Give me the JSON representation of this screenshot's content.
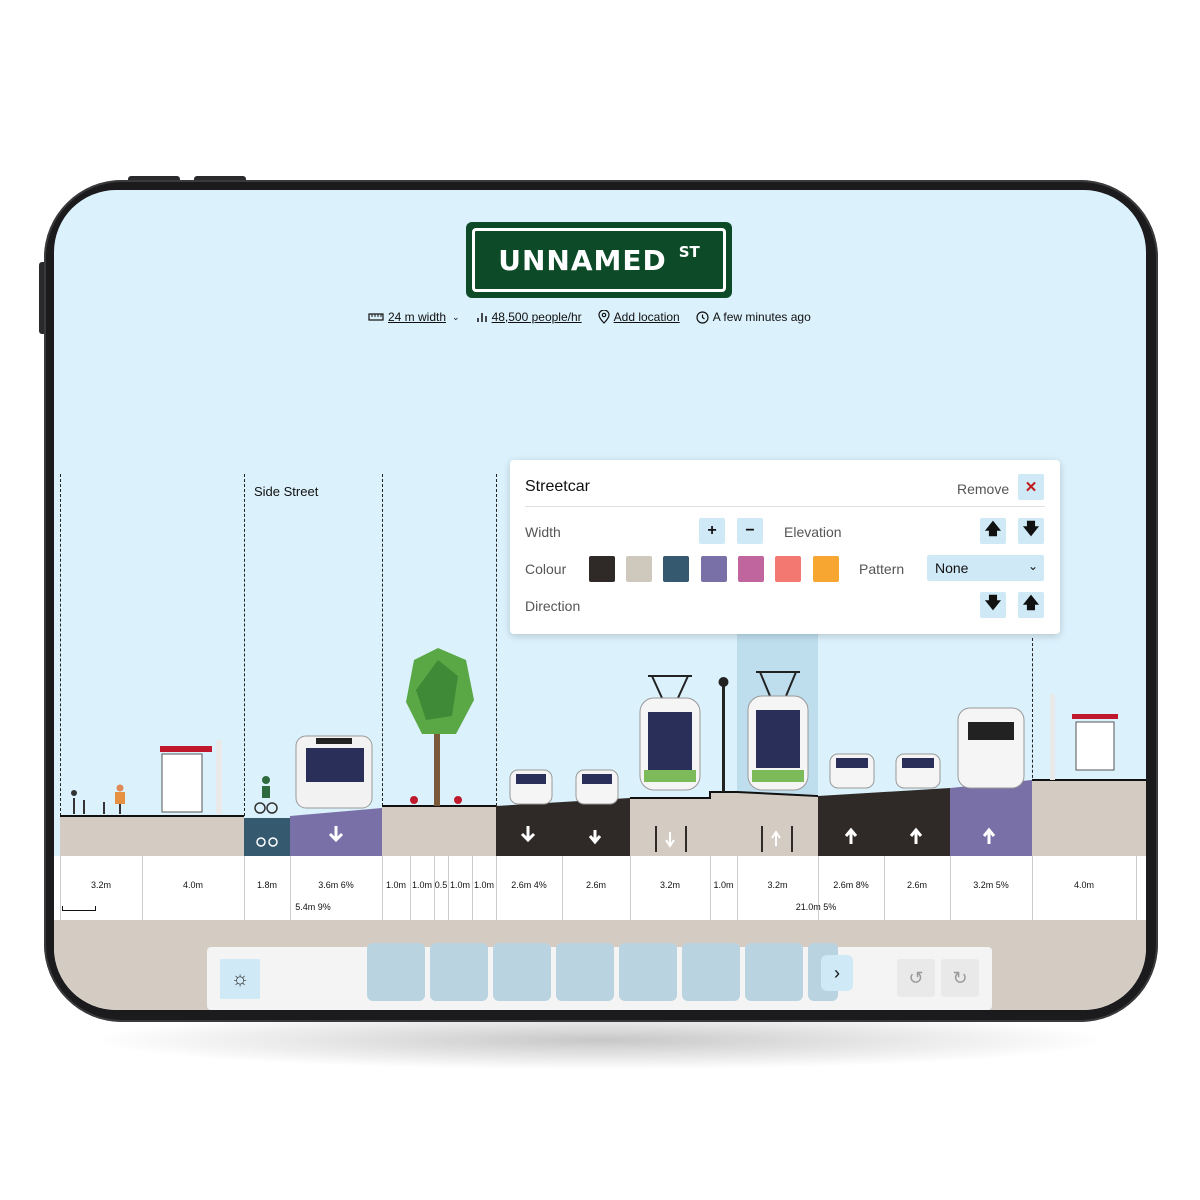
{
  "street": {
    "name": "UNNAMED",
    "suffix": "ST"
  },
  "meta": {
    "width": "24 m width",
    "capacity": "48,500 people/hr",
    "location": "Add location",
    "updated": "A few minutes ago"
  },
  "labels": {
    "side_street": "Side Street"
  },
  "popup": {
    "title": "Streetcar",
    "remove": "Remove",
    "width_label": "Width",
    "elevation_label": "Elevation",
    "colour_label": "Colour",
    "pattern_label": "Pattern",
    "pattern_value": "None",
    "direction_label": "Direction",
    "colours": [
      "#2f2927",
      "#cfc8bd",
      "#35596e",
      "#7a70a8",
      "#c0659e",
      "#f37871",
      "#f7a631"
    ]
  },
  "segment_widths": [
    "3.2m",
    "4.0m",
    "1.8m",
    "3.6m 6%",
    "1.0m",
    "1.0m",
    "0.5",
    "1.0m",
    "1.0m",
    "2.6m 4%",
    "2.6m",
    "3.2m",
    "1.0m",
    "3.2m",
    "2.6m 8%",
    "2.6m",
    "3.2m 5%",
    "4.0m"
  ],
  "segment_totals": [
    "5.4m 9%",
    "21.0m 5%"
  ],
  "colors": {
    "sky": "#dbf1fc",
    "sign": "#0c4a28",
    "ground": "#d4ccc2",
    "button": "#cfe9f6",
    "lane_dark": "#2f2927",
    "lane_purple": "#7a70a8",
    "bike_lane": "#35596e",
    "sidewalk": "#d4ccc2"
  }
}
